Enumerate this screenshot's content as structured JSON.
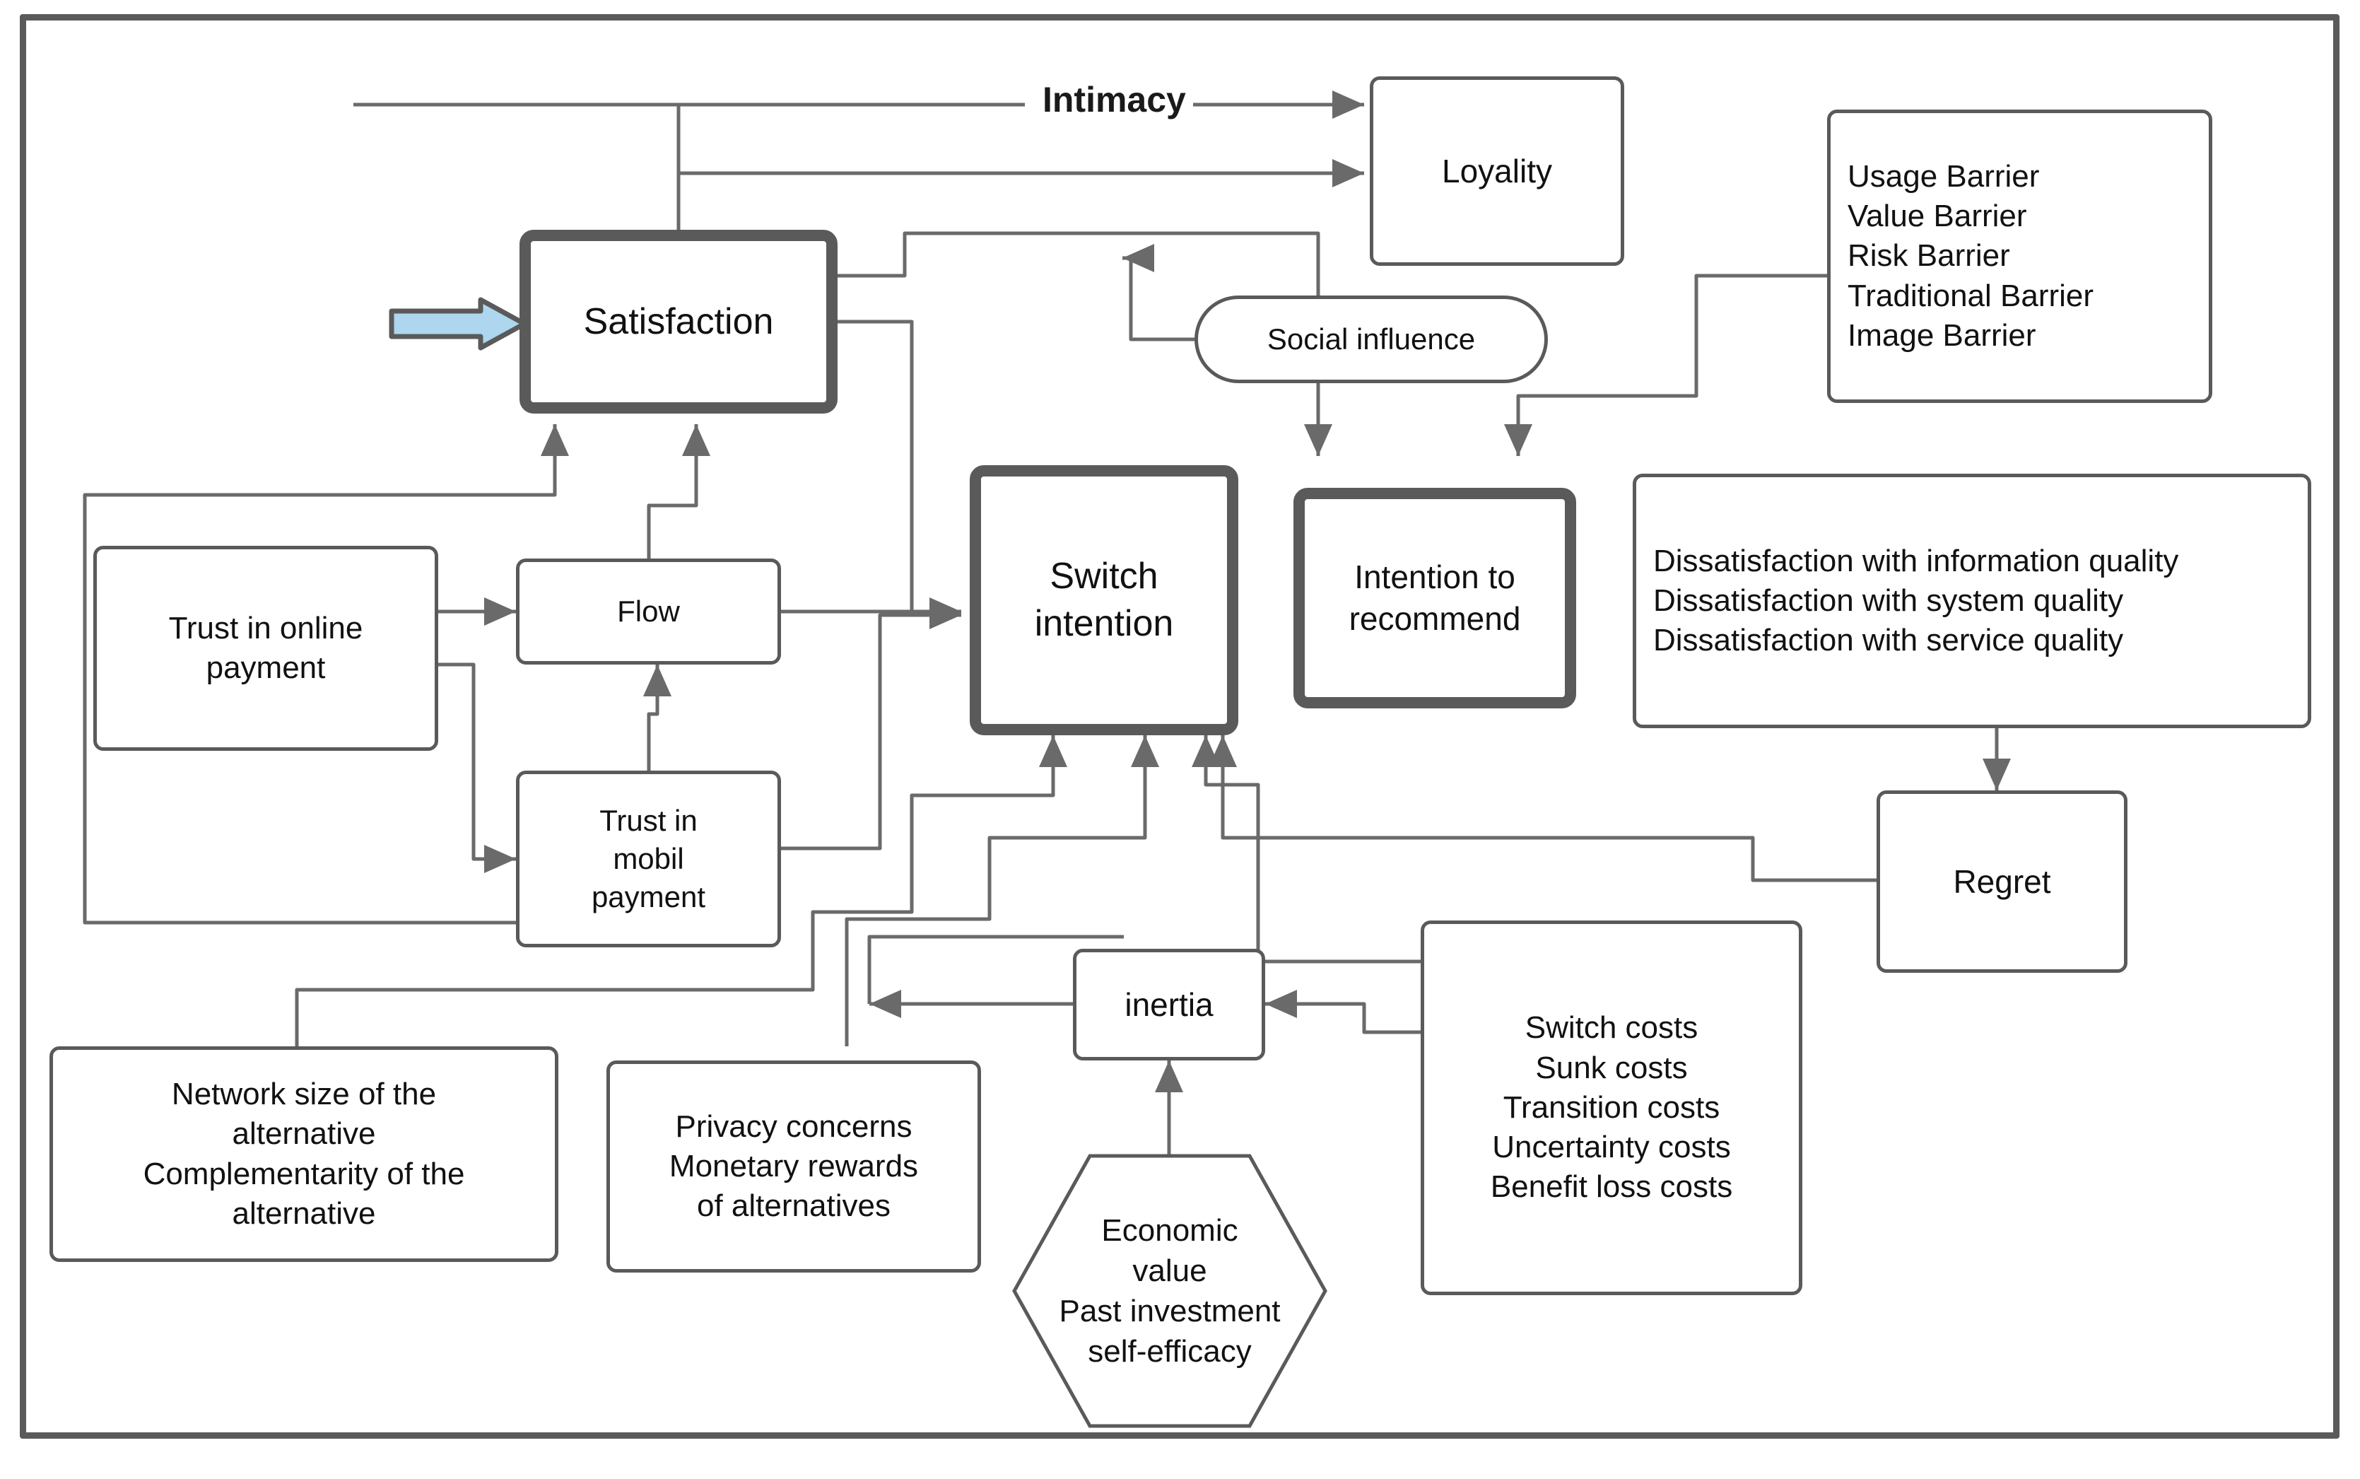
{
  "diagram": {
    "title_label": "Intimacy",
    "colors": {
      "stroke": "#5a5a5a",
      "line": "#6a6a6a",
      "accent_arrow_fill": "#aed6ef",
      "text": "#111111",
      "background": "#ffffff"
    },
    "nodes": {
      "satisfaction": "Satisfaction",
      "loyality": "Loyality",
      "social_influence": "Social influence",
      "barriers": "Usage Barrier\nValue Barrier\nRisk Barrier\nTraditional Barrier\nImage Barrier",
      "dissatisfaction": "Dissatisfaction with information quality\nDissatisfaction with system quality\nDissatisfaction with service quality",
      "switch_intention": "Switch\nintention",
      "intention_to_recommend": "Intention to\nrecommend",
      "regret": "Regret",
      "trust_online": "Trust in online\npayment",
      "flow": "Flow",
      "trust_mobil": "Trust in\nmobil\npayment",
      "network_size": "Network size of the\nalternative\nComplementarity of the\nalternative",
      "privacy": "Privacy concerns\nMonetary rewards\nof alternatives",
      "inertia": "inertia",
      "switch_costs": "Switch costs\nSunk costs\nTransition costs\nUncertainty costs\nBenefit loss costs",
      "economic_value": "Economic\nvalue\nPast investment\nself-efficacy"
    },
    "edge_labels": {
      "intimacy": "Intimacy"
    }
  }
}
